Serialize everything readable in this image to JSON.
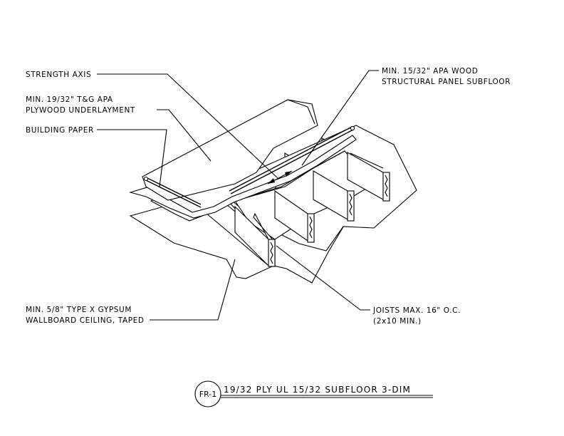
{
  "labels": {
    "strength_axis": "STRENGTH AXIS",
    "underlayment_1": "MIN. 19/32\" T&G APA",
    "underlayment_2": "PLYWOOD UNDERLAYMENT",
    "building_paper": "BUILDING PAPER",
    "subfloor_1": "MIN. 15/32\" APA WOOD",
    "subfloor_2": "STRUCTURAL PANEL SUBFLOOR",
    "gypsum_1": "MIN. 5/8\" TYPE X GYPSUM",
    "gypsum_2": "WALLBOARD CEILING, TAPED",
    "joists_1": "JOISTS MAX. 16\" O.C.",
    "joists_2": "(2x10 MIN.)"
  },
  "title_block": {
    "tag": "FR-1",
    "title": "19/32 PLY UL 15/32 SUBFLOOR 3-DIM"
  }
}
